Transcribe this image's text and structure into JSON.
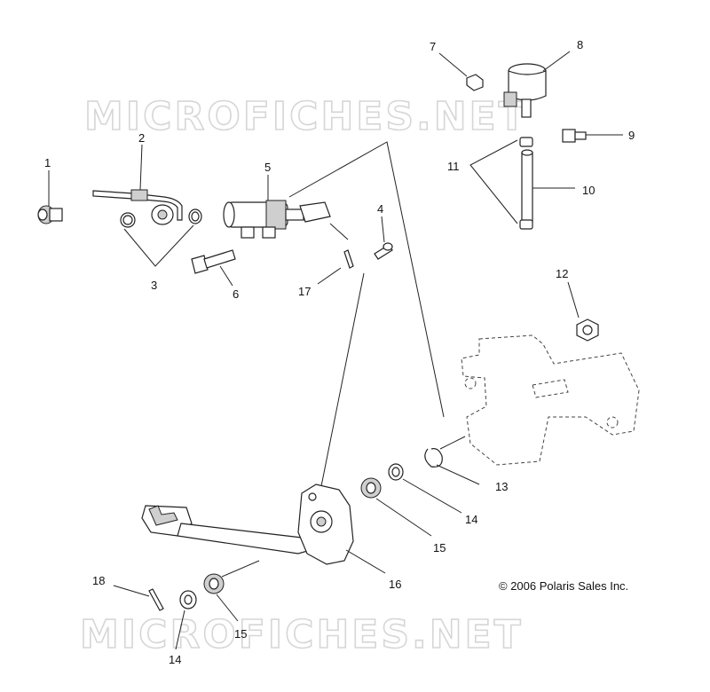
{
  "watermark": {
    "text": "MICROFICHES.NET"
  },
  "copyright": "© 2006 Polaris Sales Inc.",
  "callouts": [
    {
      "id": "c1",
      "label": "1"
    },
    {
      "id": "c2",
      "label": "2"
    },
    {
      "id": "c3",
      "label": "3"
    },
    {
      "id": "c4",
      "label": "4"
    },
    {
      "id": "c5",
      "label": "5"
    },
    {
      "id": "c6",
      "label": "6"
    },
    {
      "id": "c7",
      "label": "7"
    },
    {
      "id": "c8",
      "label": "8"
    },
    {
      "id": "c9",
      "label": "9"
    },
    {
      "id": "c10",
      "label": "10"
    },
    {
      "id": "c11",
      "label": "11"
    },
    {
      "id": "c12",
      "label": "12"
    },
    {
      "id": "c13",
      "label": "13"
    },
    {
      "id": "c14a",
      "label": "14"
    },
    {
      "id": "c14b",
      "label": "14"
    },
    {
      "id": "c15a",
      "label": "15"
    },
    {
      "id": "c15b",
      "label": "15"
    },
    {
      "id": "c16",
      "label": "16"
    },
    {
      "id": "c17",
      "label": "17"
    },
    {
      "id": "c18",
      "label": "18"
    }
  ]
}
